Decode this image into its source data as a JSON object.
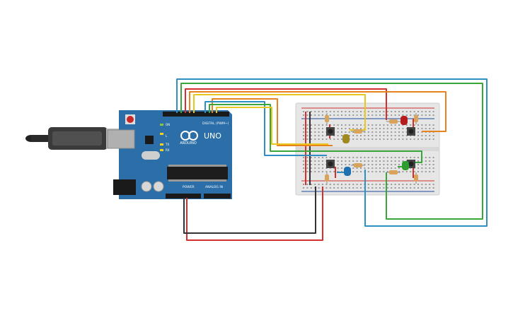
{
  "board": {
    "brand": "ARDUINO",
    "model": "UNO",
    "digital_label": "DIGITAL (PWM~)",
    "power_label": "POWER",
    "analog_label": "ANALOG IN",
    "pin_on": "ON",
    "pin_tx": "TX",
    "pin_rx": "RX",
    "pin_l": "L"
  },
  "colors": {
    "board": "#2b6ea8",
    "breadboard": "#e6e6e6",
    "wire_red": "#d32f2f",
    "wire_black": "#333333",
    "wire_orange": "#e8821e",
    "wire_yellow": "#e8c820",
    "wire_green": "#3aa63a",
    "wire_blue": "#2f8fc0",
    "led_red": "#b71c1c",
    "led_yellow": "#a08a20",
    "led_blue": "#1e70b0",
    "led_green": "#2e9e2e"
  },
  "components": {
    "leds": [
      "red",
      "yellow",
      "blue",
      "green"
    ],
    "buttons": 4,
    "resistors": 8
  }
}
